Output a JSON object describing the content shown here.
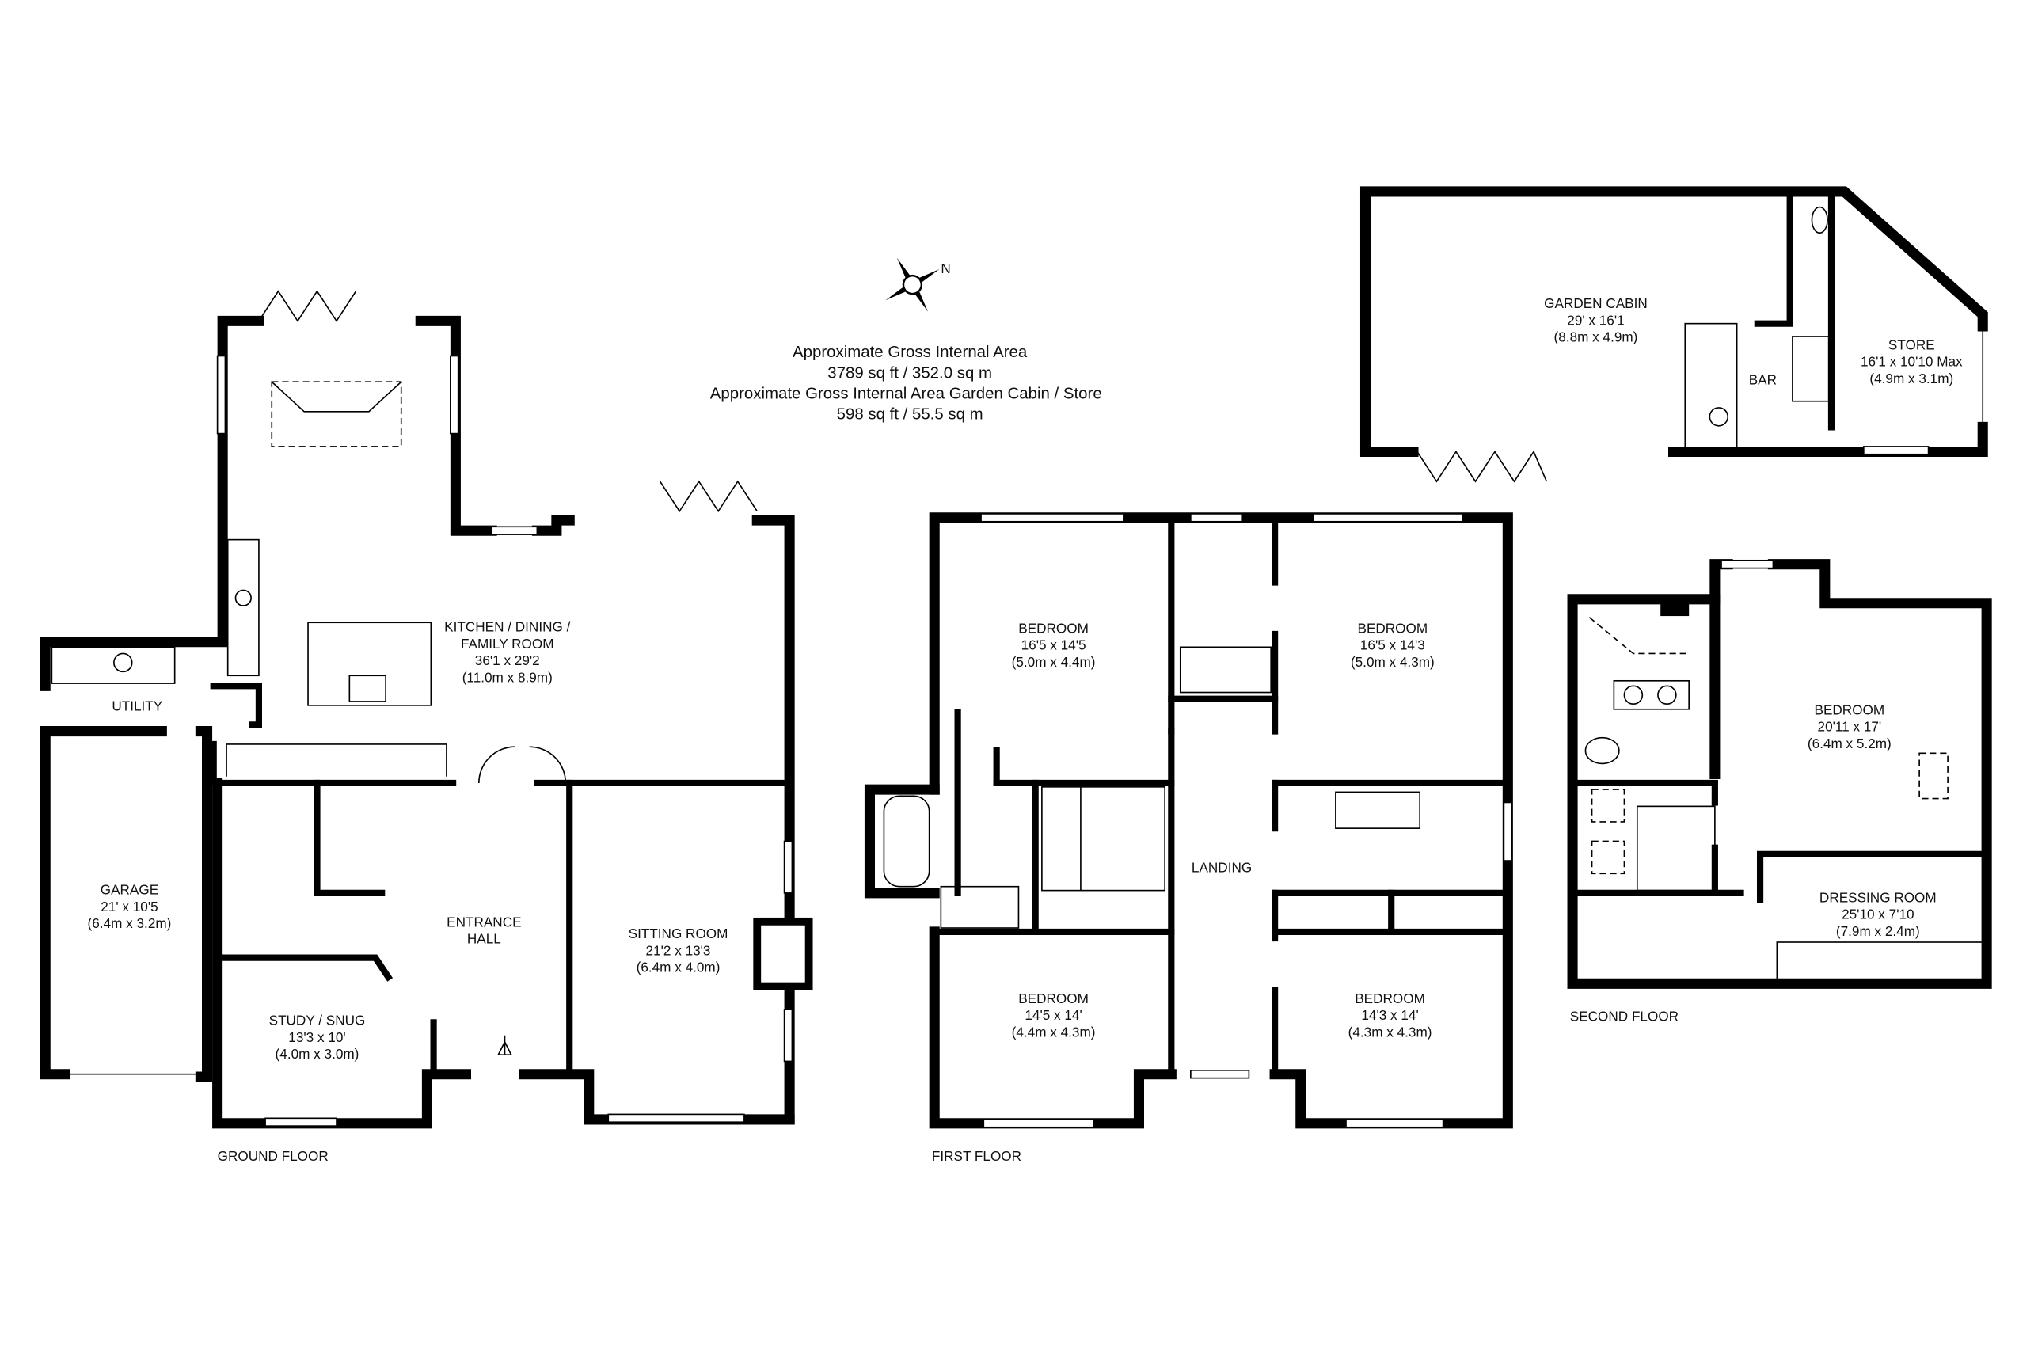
{
  "compass": {
    "label": "N"
  },
  "area_summary": {
    "line1": "Approximate Gross Internal Area",
    "line2": "3789 sq ft / 352.0 sq m",
    "line3": "Approximate Gross Internal Area Garden Cabin / Store",
    "line4": "598 sq ft / 55.5 sq m"
  },
  "floors": {
    "ground": {
      "caption": "GROUND FLOOR",
      "rooms": {
        "kitchen": {
          "name1": "KITCHEN / DINING /",
          "name2": "FAMILY ROOM",
          "imperial": "36'1 x 29'2",
          "metric": "(11.0m x 8.9m)"
        },
        "utility": {
          "name1": "UTILITY"
        },
        "garage": {
          "name1": "GARAGE",
          "imperial": "21' x 10'5",
          "metric": "(6.4m x 3.2m)"
        },
        "entrance": {
          "name1": "ENTRANCE",
          "name2": "HALL"
        },
        "sitting": {
          "name1": "SITTING ROOM",
          "imperial": "21'2 x 13'3",
          "metric": "(6.4m x 4.0m)"
        },
        "study": {
          "name1": "STUDY / SNUG",
          "imperial": "13'3 x 10'",
          "metric": "(4.0m x 3.0m)"
        }
      }
    },
    "first": {
      "caption": "FIRST FLOOR",
      "rooms": {
        "bed1": {
          "name1": "BEDROOM",
          "imperial": "16'5 x 14'5",
          "metric": "(5.0m x 4.4m)"
        },
        "bed2": {
          "name1": "BEDROOM",
          "imperial": "16'5 x 14'3",
          "metric": "(5.0m x 4.3m)"
        },
        "bed3": {
          "name1": "BEDROOM",
          "imperial": "14'5 x 14'",
          "metric": "(4.4m x 4.3m)"
        },
        "bed4": {
          "name1": "BEDROOM",
          "imperial": "14'3 x 14'",
          "metric": "(4.3m x 4.3m)"
        },
        "landing": {
          "name1": "LANDING"
        }
      }
    },
    "second": {
      "caption": "SECOND FLOOR",
      "rooms": {
        "bedroom": {
          "name1": "BEDROOM",
          "imperial": "20'11 x 17'",
          "metric": "(6.4m x 5.2m)"
        },
        "dressing": {
          "name1": "DRESSING ROOM",
          "imperial": "25'10 x 7'10",
          "metric": "(7.9m x 2.4m)"
        }
      }
    },
    "cabin": {
      "rooms": {
        "cabin": {
          "name1": "GARDEN CABIN",
          "imperial": "29' x 16'1",
          "metric": "(8.8m x 4.9m)"
        },
        "bar": {
          "name1": "BAR"
        },
        "store": {
          "name1": "STORE",
          "imperial": "16'1 x 10'10 Max",
          "metric": "(4.9m x 3.1m)"
        }
      }
    }
  }
}
